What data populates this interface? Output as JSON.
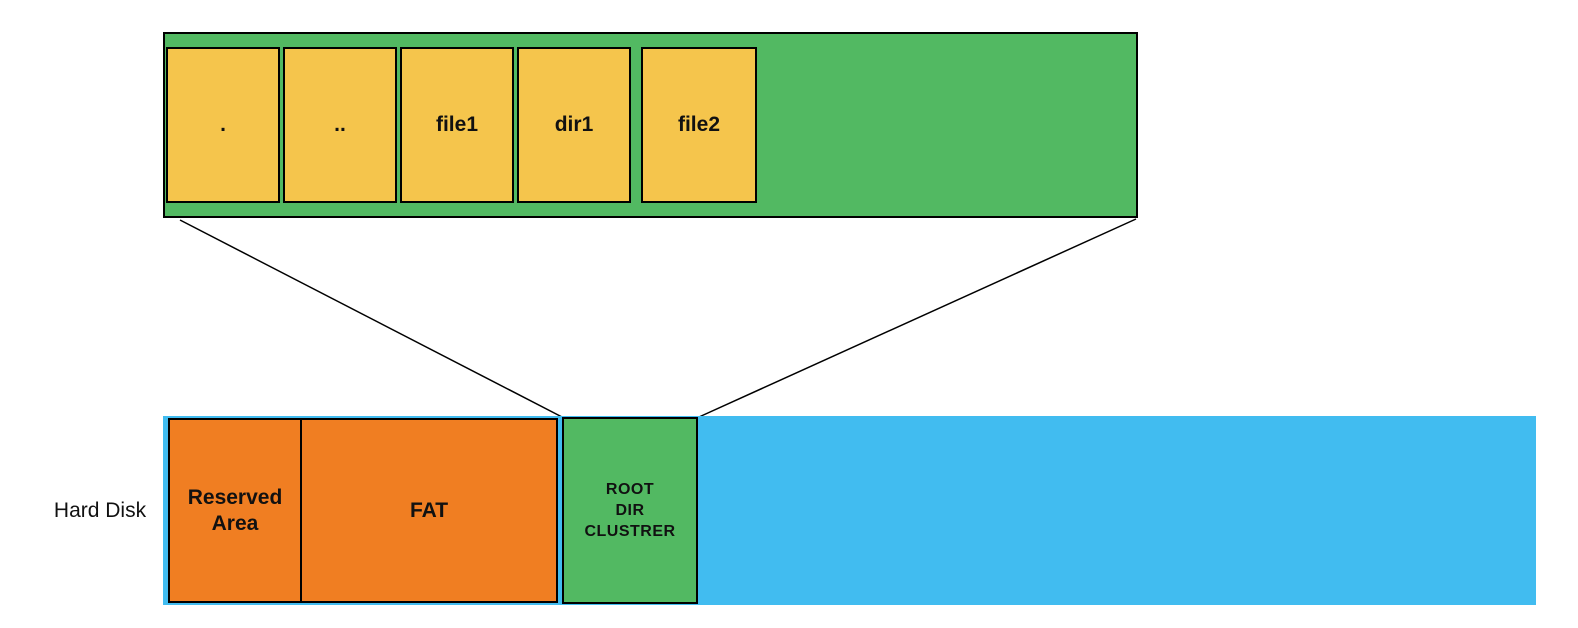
{
  "diagram": {
    "cluster_view": {
      "entries": [
        ".",
        "..",
        "file1",
        "dir1",
        "file2"
      ]
    },
    "disk": {
      "label": "Hard Disk",
      "segments": {
        "reserved": {
          "lines": [
            "Reserved",
            "Area"
          ]
        },
        "fat": {
          "label": "FAT"
        },
        "root_dir": {
          "lines": [
            "ROOT",
            "DIR",
            "CLUSTRER"
          ]
        }
      }
    },
    "colors": {
      "green": "#52B962",
      "yellow": "#F5C54C",
      "orange": "#F07E22",
      "blue": "#41BCF0",
      "border": "#000000"
    }
  }
}
